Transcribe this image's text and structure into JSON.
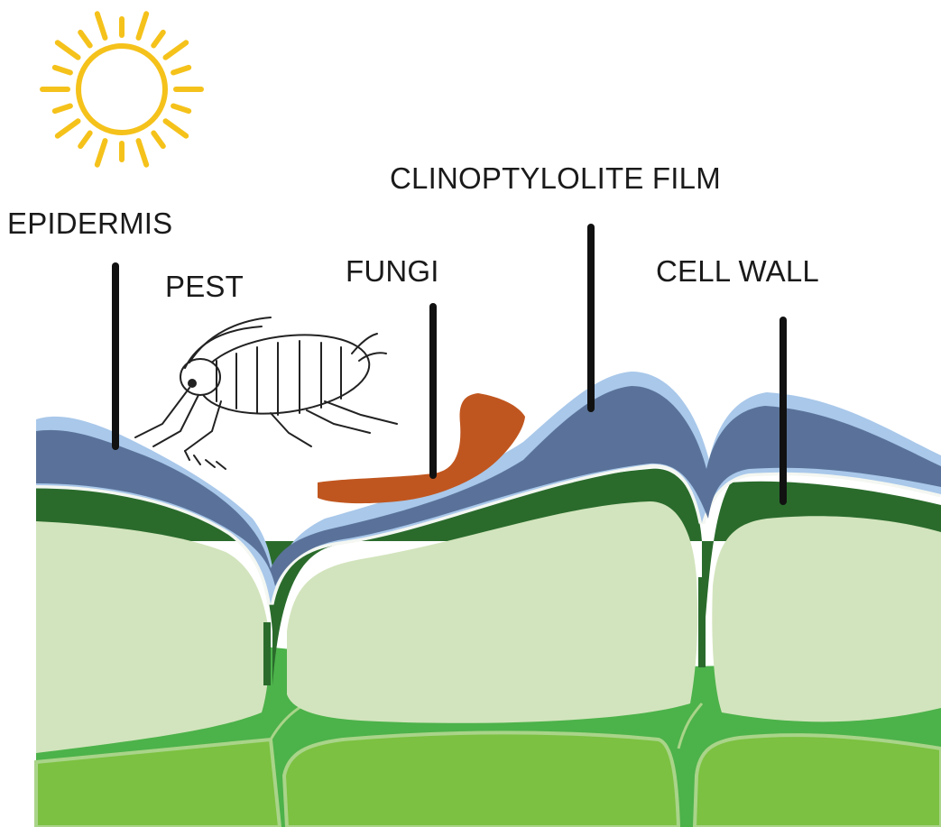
{
  "labels": {
    "epidermis": "EPIDERMIS",
    "pest": "PEST",
    "fungi": "FUNGI",
    "film": "CLINOPTYLOLITE FILM",
    "cell_wall": "CELL WALL"
  },
  "colors": {
    "sun": "#f5c21b",
    "film_light": "#a9c8ea",
    "film_dark": "#5a7299",
    "epidermis_dark_green": "#2a6b2c",
    "cell_pale_green": "#d2e4bd",
    "mesophyll_mid_green": "#4cb24a",
    "mesophyll_bright_green": "#7cc141",
    "fungi": "#c0561f",
    "pointer": "#111111"
  },
  "icons": [
    "sun-icon",
    "pest-aphid-icon",
    "fungi-shape"
  ]
}
